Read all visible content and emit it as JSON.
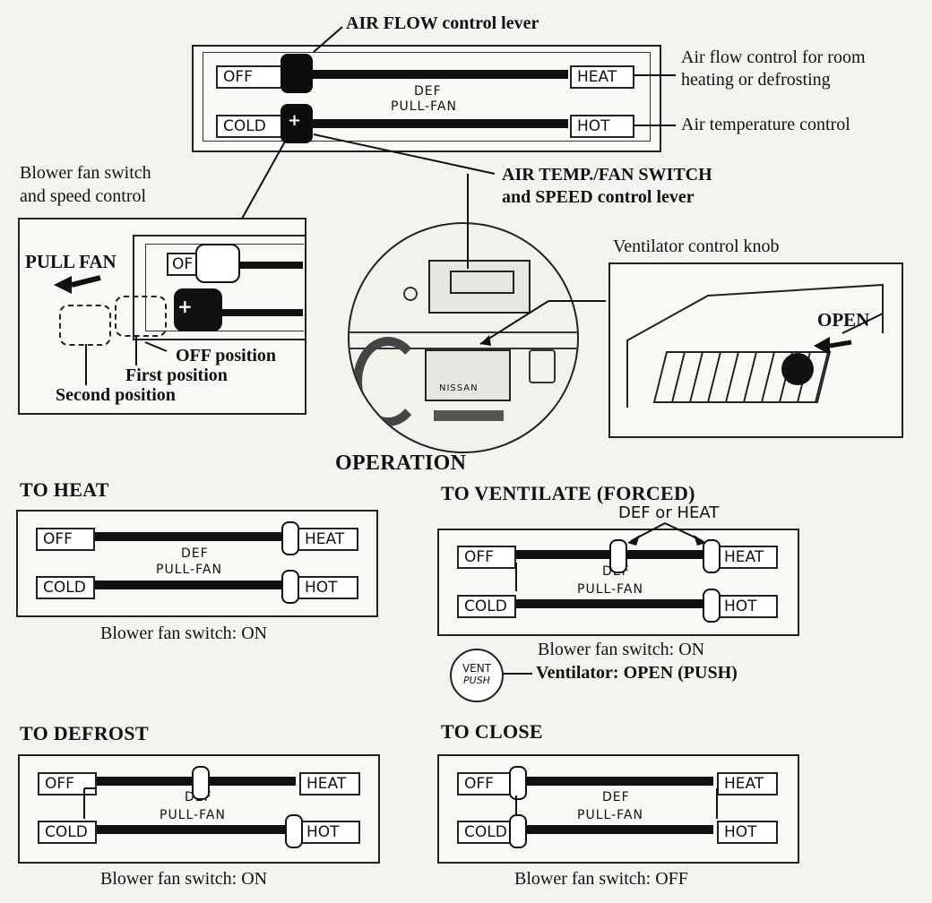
{
  "top_panel": {
    "off": "OFF",
    "heat": "HEAT",
    "cold": "COLD",
    "hot": "HOT",
    "def": "DEF",
    "pull_fan": "PULL-FAN"
  },
  "callouts": {
    "air_flow_lever": "AIR FLOW control lever",
    "air_flow_desc_1": "Air flow control for room",
    "air_flow_desc_2": "heating or defrosting",
    "air_temp_control": "Air temperature control",
    "temp_fan_lever_1": "AIR TEMP./FAN SWITCH",
    "temp_fan_lever_2": "and SPEED control lever",
    "blower_switch_1": "Blower fan switch",
    "blower_switch_2": "and speed control",
    "ventilator_knob": "Ventilator control knob"
  },
  "inset_blower": {
    "pull_fan": "PULL FAN",
    "off_position": "OFF position",
    "first_position": "First position",
    "second_position": "Second position",
    "tag_fragment": "OF"
  },
  "inset_dash": {
    "brand": "NISSAN"
  },
  "inset_vent": {
    "open": "OPEN"
  },
  "operation_title": "OPERATION",
  "sections": {
    "heat": {
      "title": "TO HEAT",
      "caption": "Blower fan switch:  ON"
    },
    "ventilate": {
      "title": "TO VENTILATE (FORCED)",
      "note": "DEF or HEAT",
      "caption": "Blower fan switch:  ON",
      "vent_caption": "Ventilator:  OPEN (PUSH)",
      "vent_badge_1": "VENT",
      "vent_badge_2": "PUSH"
    },
    "defrost": {
      "title": "TO DEFROST",
      "caption": "Blower fan switch:  ON"
    },
    "close": {
      "title": "TO CLOSE",
      "caption": "Blower fan switch:  OFF"
    }
  }
}
